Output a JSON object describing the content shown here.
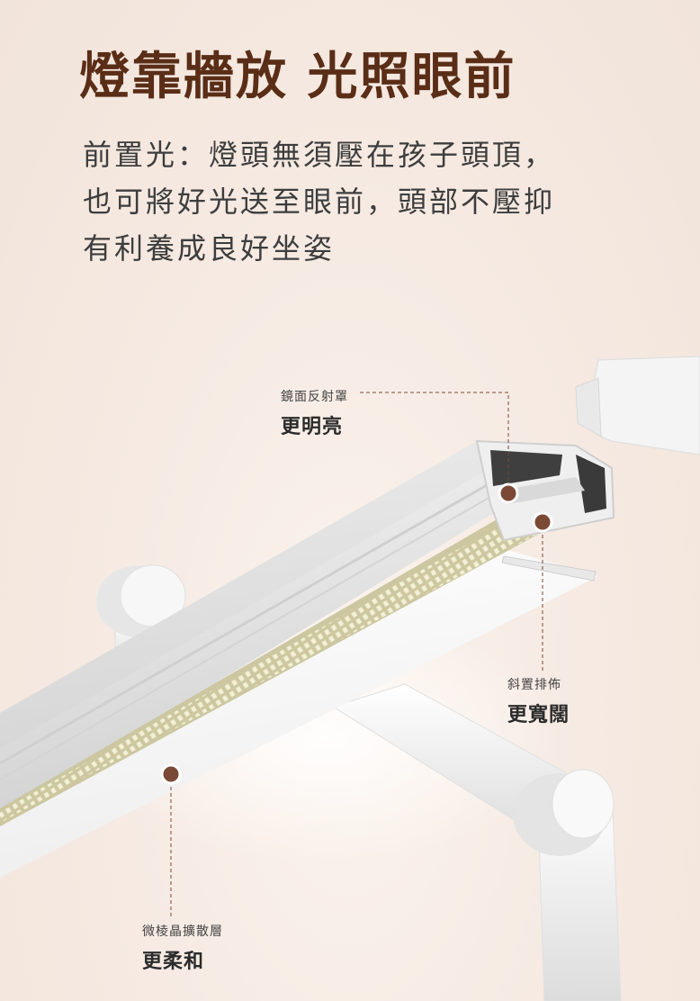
{
  "headline": "燈靠牆放 光照眼前",
  "description": [
    "前置光：燈頭無須壓在孩子頭頂，",
    "也可將好光送至眼前，頭部不壓抑",
    "有利養成良好坐姿"
  ],
  "callouts": [
    {
      "sub": "鏡面反射罩",
      "main": "更明亮"
    },
    {
      "sub": "斜置排佈",
      "main": "更寬闊"
    },
    {
      "sub": "微棱晶擴散層",
      "main": "更柔和"
    }
  ],
  "colors": {
    "title": "#5a2d17",
    "background": "#f6ece4",
    "marker": "#7a4a36"
  }
}
